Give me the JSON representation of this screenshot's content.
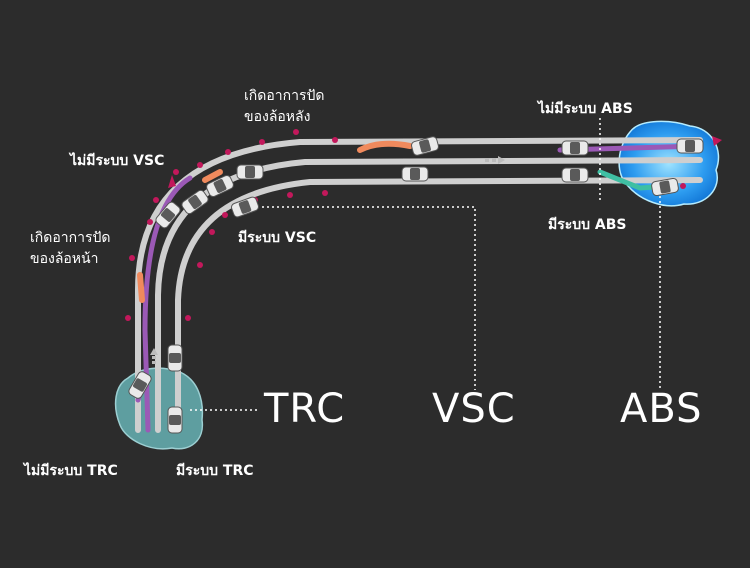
{
  "labels": {
    "no_vsc": "ไม่มีระบบ VSC",
    "front_skid_line1": "เกิดอาการปัด",
    "front_skid_line2": "ของล้อหน้า",
    "rear_skid_line1": "เกิดอาการปัด",
    "rear_skid_line2": "ของล้อหลัง",
    "with_vsc": "มีระบบ VSC",
    "no_abs": "ไม่มีระบบ ABS",
    "with_abs": "มีระบบ ABS",
    "no_trc": "ไม่มีระบบ TRC",
    "with_trc": "มีระบบ TRC",
    "trc": "TRC",
    "vsc": "VSC",
    "abs": "ABS"
  },
  "colors": {
    "background": "#2c2c2c",
    "road": "#cfcfcf",
    "path_without_system": "#9b59b6",
    "skid_orange": "#f08a5d",
    "path_with_system": "#3fbfa3",
    "ice_trc": "#5e9ea0",
    "water_abs": "#1e90ff",
    "marker": "#c2185b",
    "text": "#ffffff"
  },
  "icons": [
    "car-icon",
    "direction-arrow-icon",
    "obstacle-dot-icon"
  ]
}
